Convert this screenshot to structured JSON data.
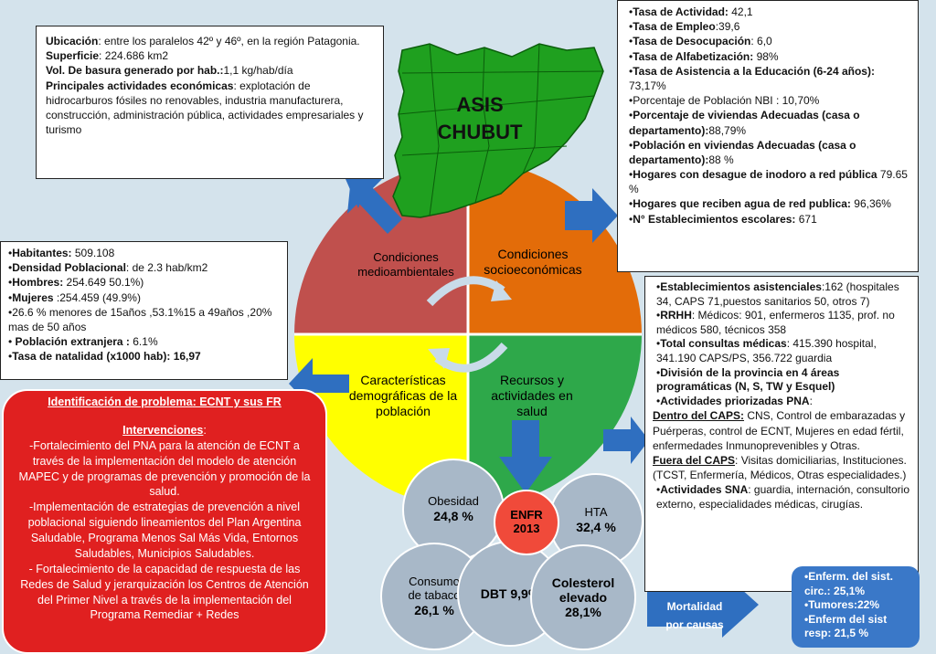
{
  "center": {
    "title_line1": "ASIS",
    "title_line2": "CHUBUT"
  },
  "quadrants": {
    "tl": "Condiciones medioambientales",
    "tr": "Condiciones socioeconómicas",
    "bl": "Características demográficas de la población",
    "br": "Recursos y actividades en salud"
  },
  "colors": {
    "tl": "#c0504d",
    "tr": "#e36c09",
    "bl": "#ffff00",
    "br": "#2ea84a",
    "map": "#1fa01f",
    "arrow": "#2f6fc0",
    "red_panel": "#e02020"
  },
  "ubicacion": {
    "l1_label": "Ubicación",
    "l1_text": ": entre los paralelos 42º y 46º, en la región Patagonia.",
    "l2_label": "Superficie",
    "l2_text": ": 224.686 km2",
    "l3_label": "Vol. De basura generado por hab.:",
    "l3_text": "1,1 kg/hab/día",
    "l4_label": "Principales actividades económicas",
    "l4_text": ": explotación de hidrocarburos fósiles no renovables,  industria manufacturera, construcción, administración pública, actividades empresariales y  turismo"
  },
  "socio": {
    "i1_label": "Tasa de Actividad:",
    "i1_text": " 42,1",
    "i2_label": "Tasa de Empleo",
    "i2_text": ":39,6",
    "i3_label": "Tasa de Desocupación",
    "i3_text": ":  6,0",
    "i4_label": "Tasa de Alfabetización:",
    "i4_text": " 98%",
    "i5_label": "Tasa de Asistencia a la Educación  (6-24 años):",
    "i5_text": " 73,17%",
    "i6_text": "Porcentaje de Población  NBI     : 10,70%",
    "i7_label": "Porcentaje de viviendas Adecuadas  (casa o departamento):",
    "i7_text": "88,79%",
    "i8_label": "Población en viviendas Adecuadas (casa o departamento):",
    "i8_text": "88 %",
    "i9_label": "Hogares con desague de inodoro a red pública",
    "i9_text": " 79.65 %",
    "i10_label": "Hogares que reciben agua de red publica:",
    "i10_text": " 96,36%",
    "i11_label": "N° Establecimientos escolares:",
    "i11_text": " 671"
  },
  "demo": {
    "i1_label": "Habitantes:",
    "i1_text": " 509.108",
    "i2_label": "Densidad Poblacional",
    "i2_text": ": de 2.3 hab/km2",
    "i3_label": "Hombres:",
    "i3_text": " 254.649  50.1%)",
    "i4_label": "Mujeres",
    "i4_text": " :254.459 (49.9%)",
    "i5_text": "26.6 % menores de 15años ,53.1%15 a 49años ,20% mas de 50 años",
    "i6_label": " Población  extranjera :",
    "i6_text": " 6.1%",
    "i7_label": "Tasa de natalidad (x1000 hab): 16,97"
  },
  "recursos": {
    "i1_label": "Establecimientos asistenciales",
    "i1_text": ":162 (hospitales 34, CAPS 71,puestos sanitarios 50, otros 7)",
    "i2_label": "RRHH",
    "i2_text": ": Médicos: 901, enfermeros 1135, prof. no médicos 580, técnicos 358",
    "i3_label": "Total consultas médicas",
    "i3_text": ": 415.390 hospital, 341.190 CAPS/PS, 356.722 guardia",
    "i4_label": "División de la provincia en 4 áreas programáticas (N, S, TW y Esquel)",
    "i5_label": "Actividades priorizadas PNA",
    "i5_text": ":",
    "i6_label": "Dentro del CAPS:",
    "i6_text": " CNS, Control de embarazadas y Puérperas, control de ECNT, Mujeres en edad fértil,  enfermedades Inmunoprevenibles y Otras.",
    "i7_label": "Fuera del CAPS",
    "i7_text": ": Visitas domiciliarias, Instituciones. (TCST, Enfermería, Médicos, Otras especialidades.)",
    "i8_label": "Actividades SNA",
    "i8_text": ": guardia, internación, consultorio externo, especialidades médicas, cirugías."
  },
  "problem": {
    "title_label": "Identificación de problema",
    "title_text": ": ECNT y sus FR",
    "interv_label": "Intervenciones",
    "interv_colon": ":",
    "p1": "-Fortalecimiento del PNA para la atención de ECNT  a través de la implementación del modelo de atención MAPEC y de programas de prevención y promoción de la salud.",
    "p2": "-Implementación de estrategias de prevención  a nivel poblacional  siguiendo lineamientos del Plan Argentina Saludable, Programa Menos Sal Más Vida, Entornos Saludables, Municipios Saludables.",
    "p3": "- Fortalecimiento de la capacidad de respuesta de las Redes de Salud y jerarquización los Centros de Atención del Primer Nivel a través de la implementación del Programa Remediar + Redes"
  },
  "bubbles": {
    "obesidad_label": "Obesidad",
    "obesidad_value": "24,8 %",
    "enfr_label": "ENFR",
    "enfr_year": "2013",
    "hta_label": "HTA",
    "hta_value": "32,4 %",
    "tabaco_label1": "Consumo",
    "tabaco_label2": "de tabaco",
    "tabaco_value": "26,1 %",
    "dbt_label": "DBT 9,9%",
    "col_label1": "Colesterol",
    "col_label2": "elevado",
    "col_value": "28,1%"
  },
  "mortalidad": {
    "label1": "Mortalidad",
    "label2": "por causas"
  },
  "causas": {
    "i1_text": "Enferm. del sist. circ.: 25,1%",
    "i2_text": "Tumores:22%",
    "i3_text": "Enferm del sist resp: 21,5 %"
  }
}
